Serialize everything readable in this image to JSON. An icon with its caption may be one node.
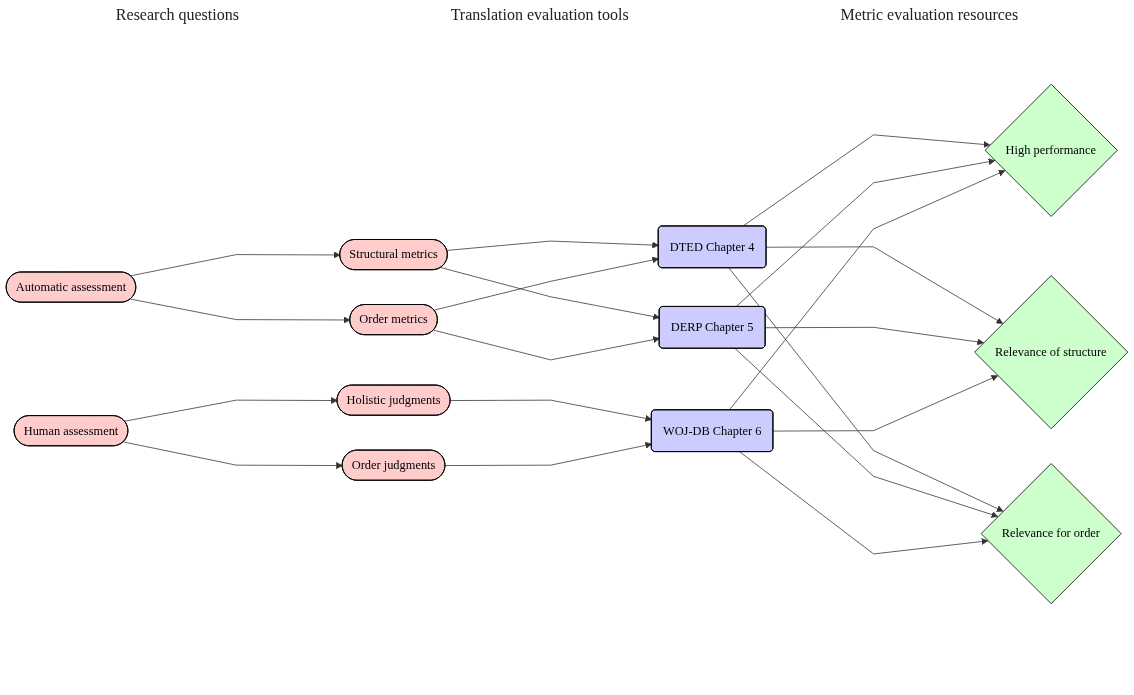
{
  "diagram": {
    "nodes": [
      {
        "text": [
          "Automatic assessment"
        ]
      },
      {
        "text": [
          "Structural metrics"
        ]
      },
      {
        "text": [
          "Order metrics"
        ]
      },
      {
        "text": [
          "DTED Chapter 4"
        ]
      },
      {
        "text": [
          "DERP Chapter 5"
        ]
      },
      {
        "text": [
          "High performance"
        ]
      },
      {
        "text": [
          "Relevance of structure"
        ]
      },
      {
        "text": [
          "Relevance for order"
        ]
      },
      {
        "text": [
          "WOJ-DB Chapter 6"
        ]
      },
      {
        "text": [
          "Holistic judgments"
        ]
      },
      {
        "text": [
          "Human assessment"
        ]
      },
      {
        "text": [
          "Order judgments"
        ]
      }
    ],
    "edges": [
      {
        "from": 0,
        "to": 1,
        "arrow": "to"
      },
      {
        "from": 0,
        "to": 2,
        "arrow": "to"
      },
      {
        "from": 1,
        "to": 3,
        "arrow": "to"
      },
      {
        "from": 1,
        "to": 4,
        "arrow": "to"
      },
      {
        "from": 2,
        "to": 3,
        "arrow": "to"
      },
      {
        "from": 2,
        "to": 4,
        "arrow": "to"
      },
      {
        "from": 3,
        "to": 5,
        "arrow": "to"
      },
      {
        "from": 3,
        "to": 6,
        "arrow": "to"
      },
      {
        "from": 3,
        "to": 7,
        "arrow": "to"
      },
      {
        "from": 4,
        "to": 5,
        "arrow": "to"
      },
      {
        "from": 4,
        "to": 6,
        "arrow": "to"
      },
      {
        "from": 4,
        "to": 7,
        "arrow": "to"
      },
      {
        "from": 8,
        "to": 5,
        "arrow": "to"
      },
      {
        "from": 8,
        "to": 6,
        "arrow": "to"
      },
      {
        "from": 8,
        "to": 7,
        "arrow": "to"
      },
      {
        "from": 10,
        "to": 9,
        "arrow": "to"
      },
      {
        "from": 10,
        "to": 11,
        "arrow": "to"
      },
      {
        "from": 9,
        "to": 8,
        "arrow": "to"
      },
      {
        "from": 11,
        "to": 8,
        "arrow": "to"
      }
    ],
    "labels": [
      "Research questions",
      "Translation evaluation tools",
      "Metric evaluation resources"
    ]
  }
}
